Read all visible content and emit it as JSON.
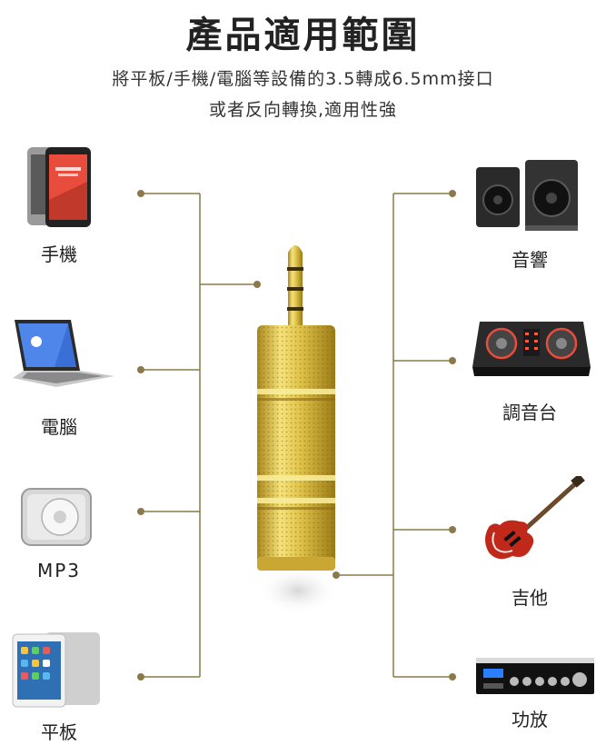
{
  "header": {
    "title": "產品適用範圍",
    "subtitle_line1": "將平板/手機/電腦等設備的3.5轉成6.5mm接口",
    "subtitle_line2": "或者反向轉換,適用性強"
  },
  "left_devices": [
    {
      "label": "手機",
      "icon": "smartphone-icon"
    },
    {
      "label": "電腦",
      "icon": "laptop-icon"
    },
    {
      "label": "MP3",
      "icon": "mp3-player-icon"
    },
    {
      "label": "平板",
      "icon": "tablet-icon"
    }
  ],
  "right_devices": [
    {
      "label": "音響",
      "icon": "speakers-icon"
    },
    {
      "label": "調音台",
      "icon": "dj-mixer-icon"
    },
    {
      "label": "吉他",
      "icon": "electric-guitar-icon"
    },
    {
      "label": "功放",
      "icon": "amplifier-icon"
    }
  ],
  "colors": {
    "connector_line": "#8a7a4a",
    "gold": "#e0c34a",
    "gold_dark": "#a8871c"
  }
}
